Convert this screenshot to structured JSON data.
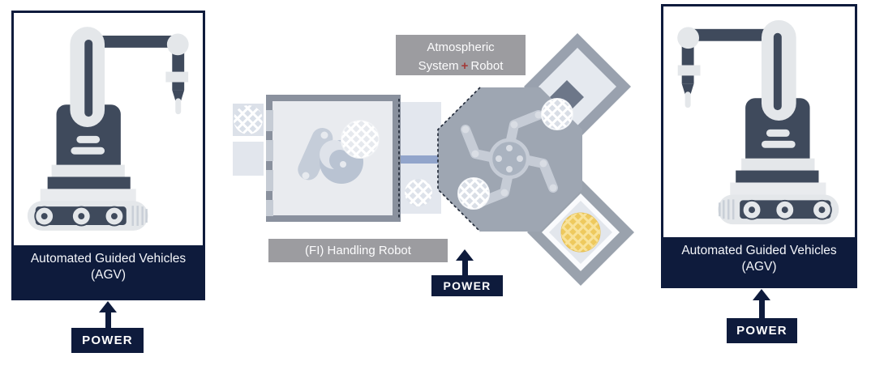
{
  "agv_left": {
    "title_line1": "Automated Guided Vehicles",
    "title_line2": "(AGV)",
    "power_label": "POWER"
  },
  "agv_right": {
    "title_line1": "Automated Guided Vehicles",
    "title_line2": "(AGV)",
    "power_label": "POWER"
  },
  "machine": {
    "atmospheric_line1": "Atmospheric",
    "atmospheric_line2_word1": "System",
    "atmospheric_plus": "+",
    "atmospheric_line2_word2": "Robot",
    "handling_label": "(FI) Handling Robot",
    "power_label": "POWER"
  },
  "colors": {
    "navy": "#0e1b3c",
    "label_gray": "#9c9ca0",
    "plus_red": "#a33a38",
    "robot_dark": "#3f4a5c",
    "robot_light": "#e4e7ea",
    "octagon_gray": "#9ea6b2",
    "chamber_frame": "#8a919e",
    "chamber_interior": "#e9ebef",
    "connector_dark": "#5f6a7c",
    "blue_bar": "#92a5cb",
    "wafer_yellow": "#eec95d"
  }
}
